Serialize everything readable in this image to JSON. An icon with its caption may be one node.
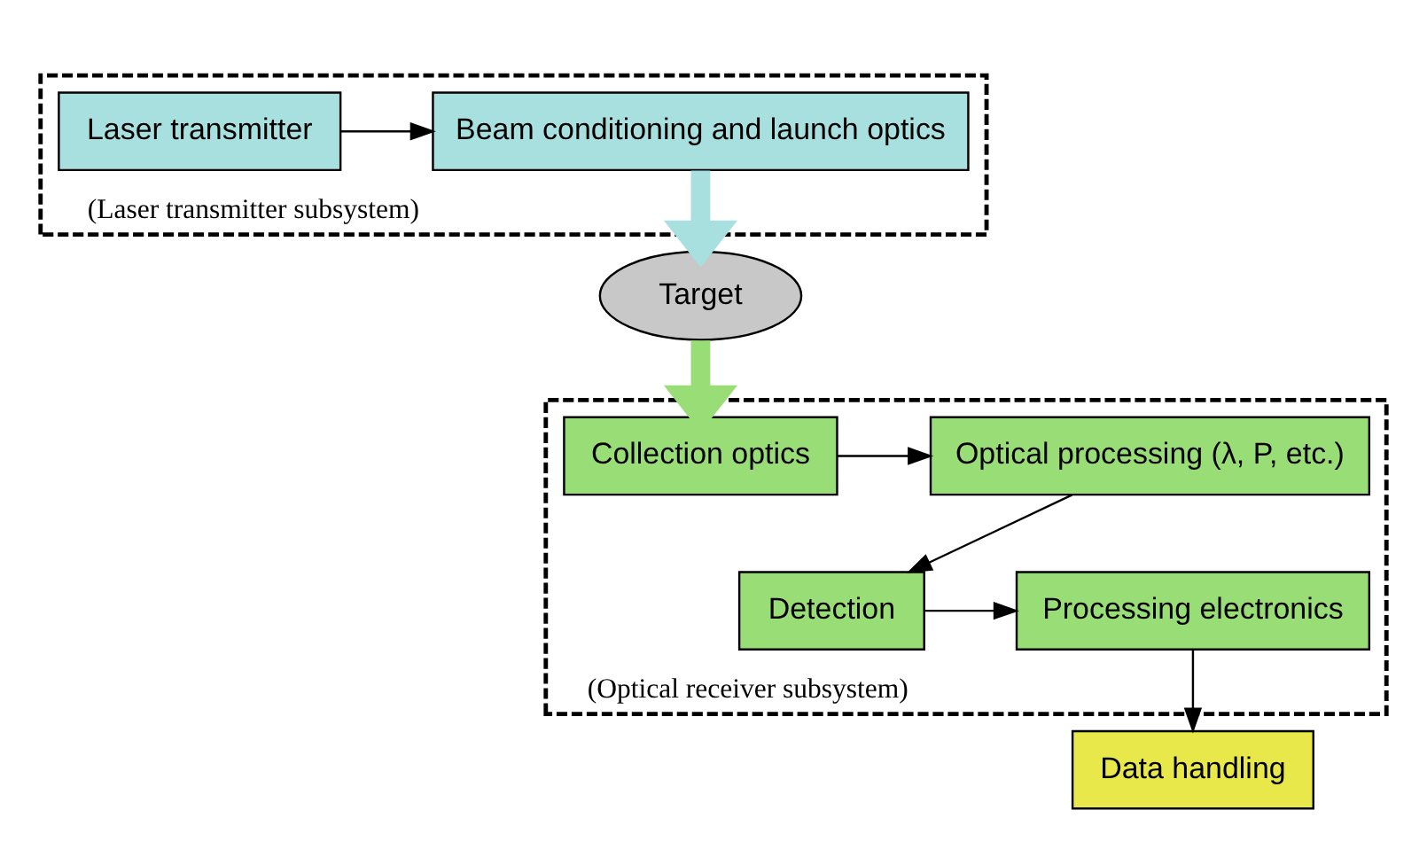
{
  "diagram": {
    "nodes": [
      {
        "text": [
          "(Laser transmitter subsystem)"
        ]
      },
      {
        "text": [
          "Laser transmitter"
        ],
        "in": 0
      },
      {
        "text": [
          "Beam conditioning and launch optics"
        ],
        "in": 0
      },
      {
        "text": [
          "Target"
        ]
      },
      {
        "text": [
          "(Optical receiver subsystem)"
        ]
      },
      {
        "text": [
          "Optical processing (λ, P, etc.)"
        ],
        "in": 4
      },
      {
        "text": [
          "Collection optics"
        ],
        "in": 4
      },
      {
        "text": [
          "Detection"
        ],
        "in": 4
      },
      {
        "text": [
          "Processing electronics"
        ],
        "in": 4
      },
      {
        "text": [
          "Data handling"
        ]
      }
    ],
    "edges": [
      {
        "from": 1,
        "to": 2,
        "arrow": "to"
      },
      {
        "from": 2,
        "to": 3,
        "arrow": "to",
        "style": "thick",
        "color": "#a8e0e0"
      },
      {
        "from": 3,
        "to": 6,
        "arrow": "to",
        "style": "thick",
        "color": "#99dd77"
      },
      {
        "from": 6,
        "to": 5,
        "arrow": "to"
      },
      {
        "from": 5,
        "to": 7,
        "arrow": "to"
      },
      {
        "from": 7,
        "to": 8,
        "arrow": "to"
      },
      {
        "from": 8,
        "to": 9,
        "arrow": "to"
      }
    ]
  }
}
